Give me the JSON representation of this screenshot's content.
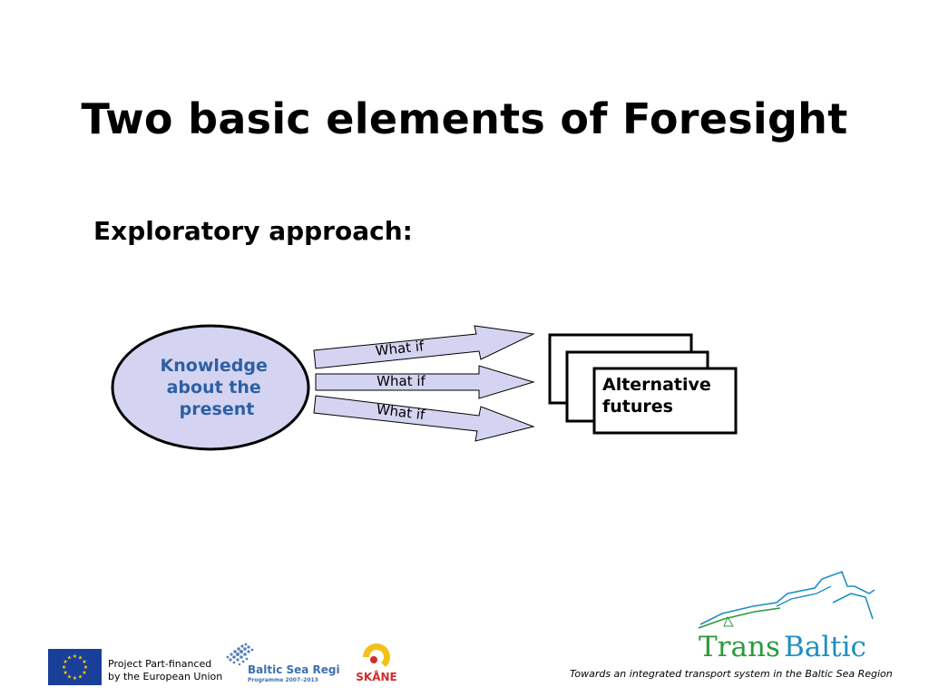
{
  "slide": {
    "title": "Two basic elements of Foresight",
    "subtitle": "Exploratory approach:"
  },
  "diagram": {
    "source": [
      "Knowledge",
      "about the",
      "present"
    ],
    "arrows": [
      "What if",
      "What if",
      "What if"
    ],
    "target": [
      "Alternative",
      "futures"
    ]
  },
  "footer": {
    "eu_line1": "Project Part-financed",
    "eu_line2": "by the European Union",
    "bsr_name": "Baltic Sea Region",
    "bsr_programme": "Programme 2007–2013",
    "region_name": "SKÅNE",
    "transbaltic_part1": "Trans",
    "transbaltic_part2": "Baltic",
    "tagline": "Towards an integrated transport system in the Baltic Sea Region"
  },
  "colors": {
    "ellipse_fill": "#d4d4f2",
    "arrow_fill": "#d4d4f2",
    "knowledge_text": "#2e5fa3",
    "eu_blue": "#1a3f9a",
    "eu_star": "#ffd200",
    "trans_green": "#2a9a3a",
    "baltic_blue": "#1e8fc0"
  }
}
